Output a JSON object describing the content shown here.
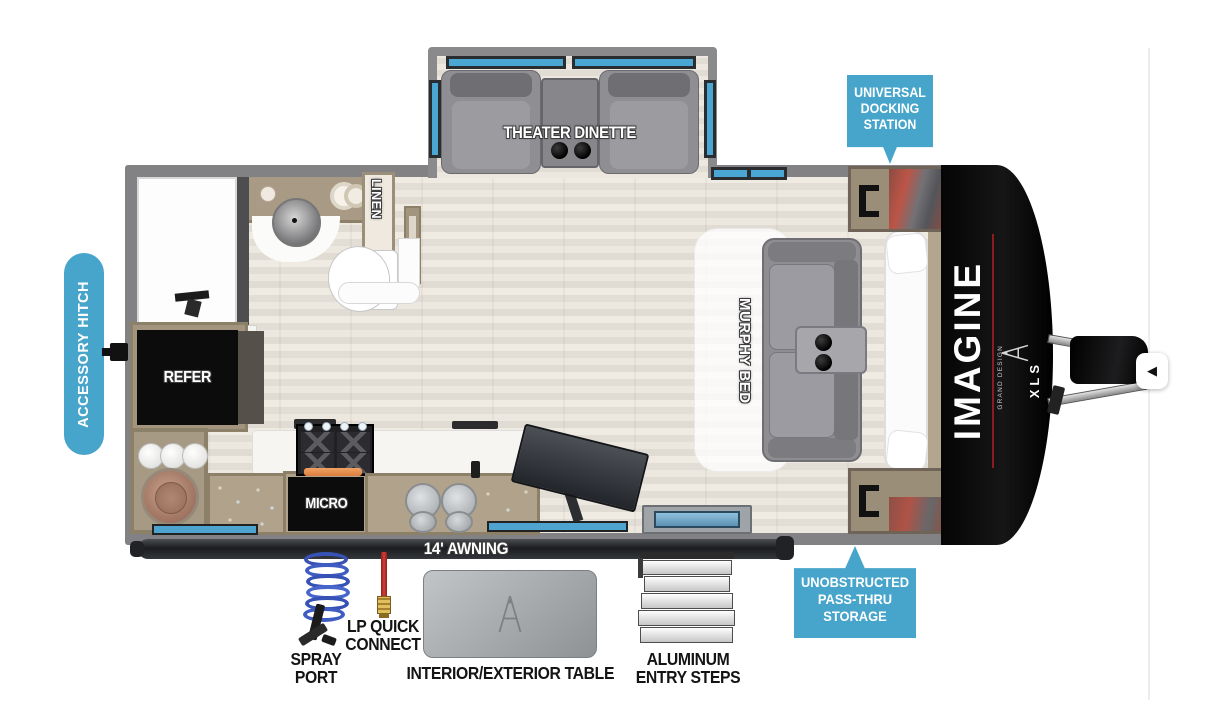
{
  "callouts": {
    "accent_color": "#47a5cb",
    "docking": {
      "lines": [
        "UNIVERSAL",
        "DOCKING",
        "STATION"
      ]
    },
    "accessory_hitch": {
      "label": "ACCESSORY HITCH"
    },
    "pass_thru": {
      "lines": [
        "UNOBSTRUCTED",
        "PASS-THRU",
        "STORAGE"
      ]
    }
  },
  "plan": {
    "theater_dinette": "THEATER DINETTE",
    "linen": "LINEN",
    "murphy_bed": "MURPHY BED",
    "refer": "REFER",
    "micro": "MICRO",
    "awning": "14' AWNING"
  },
  "exterior": {
    "spray_port": {
      "lines": [
        "SPRAY",
        "PORT"
      ]
    },
    "lp_quick_connect": {
      "lines": [
        "LP QUICK",
        "CONNECT"
      ]
    },
    "table": {
      "label": "INTERIOR/EXTERIOR TABLE"
    },
    "entry_steps": {
      "lines": [
        "ALUMINUM",
        "ENTRY STEPS"
      ]
    }
  },
  "branding": {
    "model": "IMAGINE",
    "maker": "GRAND DESIGN",
    "trim": "XLS"
  },
  "carousel": {
    "prev_arrow": "◀"
  },
  "colors": {
    "window_blue": "#4aa7d4",
    "awning_dark": "#1b1d20",
    "cap_black": "#0a0a0a",
    "lp_hose_red": "#c03028",
    "coil_hose_blue": "#3752b5",
    "brass": "#c9a43a"
  }
}
